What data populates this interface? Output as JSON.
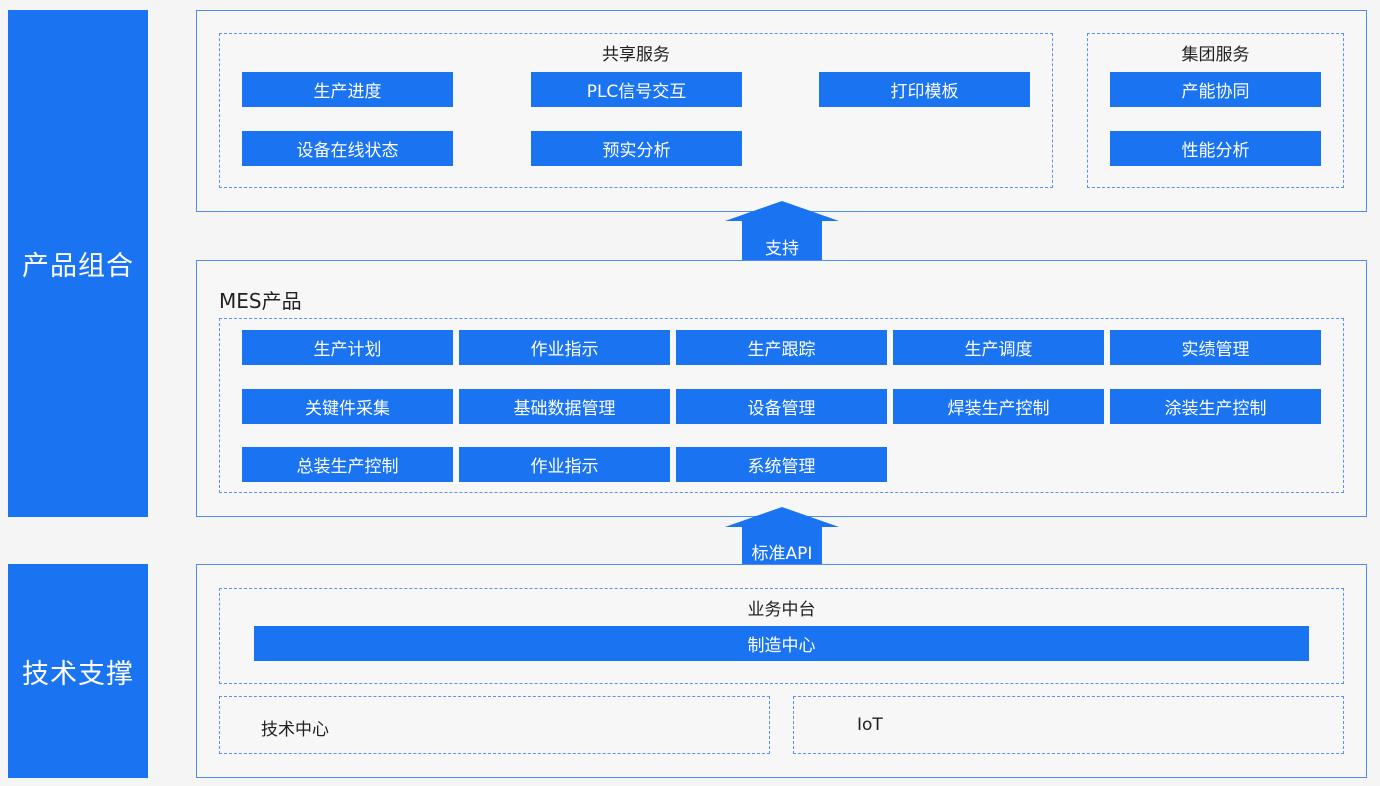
{
  "sidebar": {
    "product_combo": "产品组合",
    "tech_support": "技术支撑"
  },
  "shared_services": {
    "title": "共享服务",
    "items": [
      "生产进度",
      "PLC信号交互",
      "打印模板",
      "设备在线状态",
      "预实分析"
    ]
  },
  "group_services": {
    "title": "集团服务",
    "items": [
      "产能协同",
      "性能分析"
    ]
  },
  "arrows": {
    "support": "支持",
    "standard_api": "标准API"
  },
  "mes": {
    "title": "MES产品",
    "items": [
      "生产计划",
      "作业指示",
      "生产跟踪",
      "生产调度",
      "实绩管理",
      "关键件采集",
      "基础数据管理",
      "设备管理",
      "焊装生产控制",
      "涂装生产控制",
      "总装生产控制",
      "作业指示",
      "系统管理"
    ]
  },
  "business_platform": {
    "title": "业务中台",
    "manufacturing_center": "制造中心"
  },
  "tech_center": "技术中心",
  "iot": "IoT",
  "colors": {
    "primary_blue": "#1a73f0",
    "border_blue": "#4f8cf0",
    "background": "#f5f5f5"
  }
}
